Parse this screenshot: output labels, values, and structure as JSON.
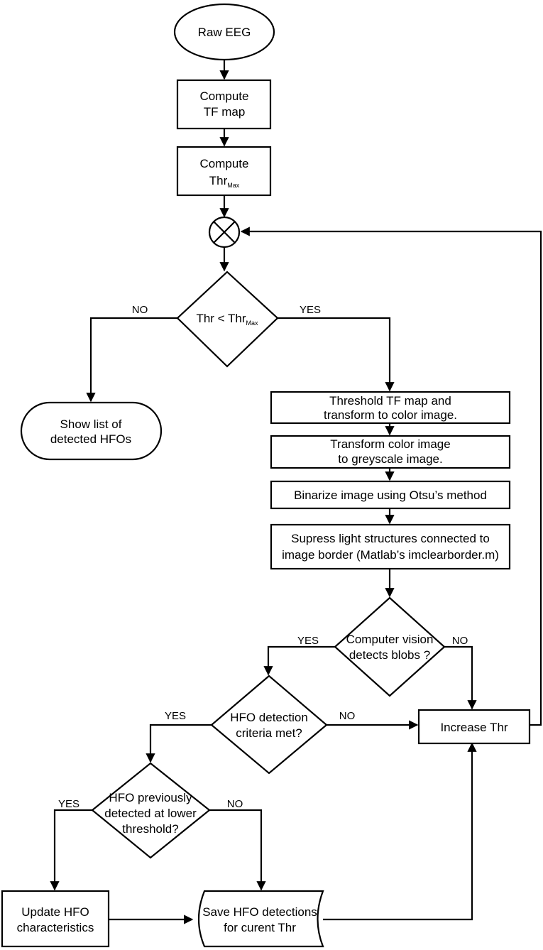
{
  "nodes": {
    "raw_eeg": "Raw EEG",
    "compute_tf": [
      "Compute",
      "TF map"
    ],
    "compute_thr": {
      "main": "Compute",
      "thr": "Thr",
      "sub": "Max"
    },
    "decision_thr": {
      "lhs": "Thr < Thr",
      "sub": "Max"
    },
    "show_list": [
      "Show list of",
      "detected HFOs"
    ],
    "threshold_tf": [
      "Threshold TF map and",
      "transform to color image."
    ],
    "transform_grey": [
      "Transform color image",
      "to greyscale image."
    ],
    "binarize": "Binarize image using Otsu’s method",
    "supress": [
      "Supress light structures connected to",
      "image border (Matlab’s imclearborder.m)"
    ],
    "cv_blobs": [
      "Computer vision",
      "detects blobs ?"
    ],
    "increase_thr": "Increase Thr",
    "hfo_criteria": [
      "HFO detection",
      "criteria met?"
    ],
    "hfo_previous": [
      "HFO previously",
      "detected at lower",
      "threshold?"
    ],
    "update_hfo": [
      "Update HFO",
      "characteristics"
    ],
    "save_hfo": [
      "Save HFO detections",
      "for curent Thr"
    ]
  },
  "edge_labels": {
    "no_1": "NO",
    "yes_1": "YES",
    "yes_2": "YES",
    "no_2": "NO",
    "yes_3": "YES",
    "no_3": "NO",
    "yes_4": "YES",
    "no_4": "NO"
  }
}
